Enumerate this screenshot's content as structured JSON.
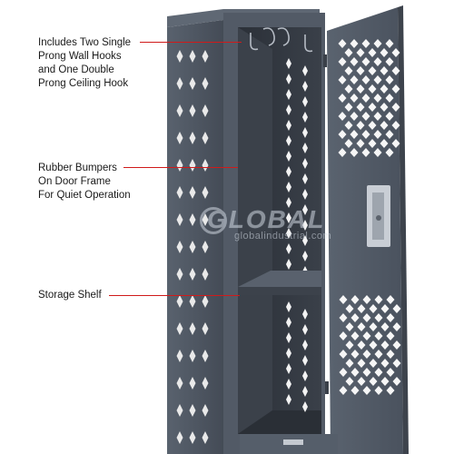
{
  "callouts": [
    {
      "lines": [
        "Includes Two Single",
        "Prong Wall Hooks",
        "and One Double",
        "Prong Ceiling Hook"
      ]
    },
    {
      "lines": [
        "Rubber Bumpers",
        "On Door Frame",
        "For Quiet Operation"
      ]
    },
    {
      "lines": [
        "Storage Shelf"
      ]
    }
  ],
  "watermark": {
    "brand": "GLOBAL",
    "url": "globalindustrial.com"
  },
  "colors": {
    "locker_body": "#4d5561",
    "locker_dark": "#2f353e",
    "locker_light": "#6a7380",
    "leader_line": "#d01a1a"
  }
}
